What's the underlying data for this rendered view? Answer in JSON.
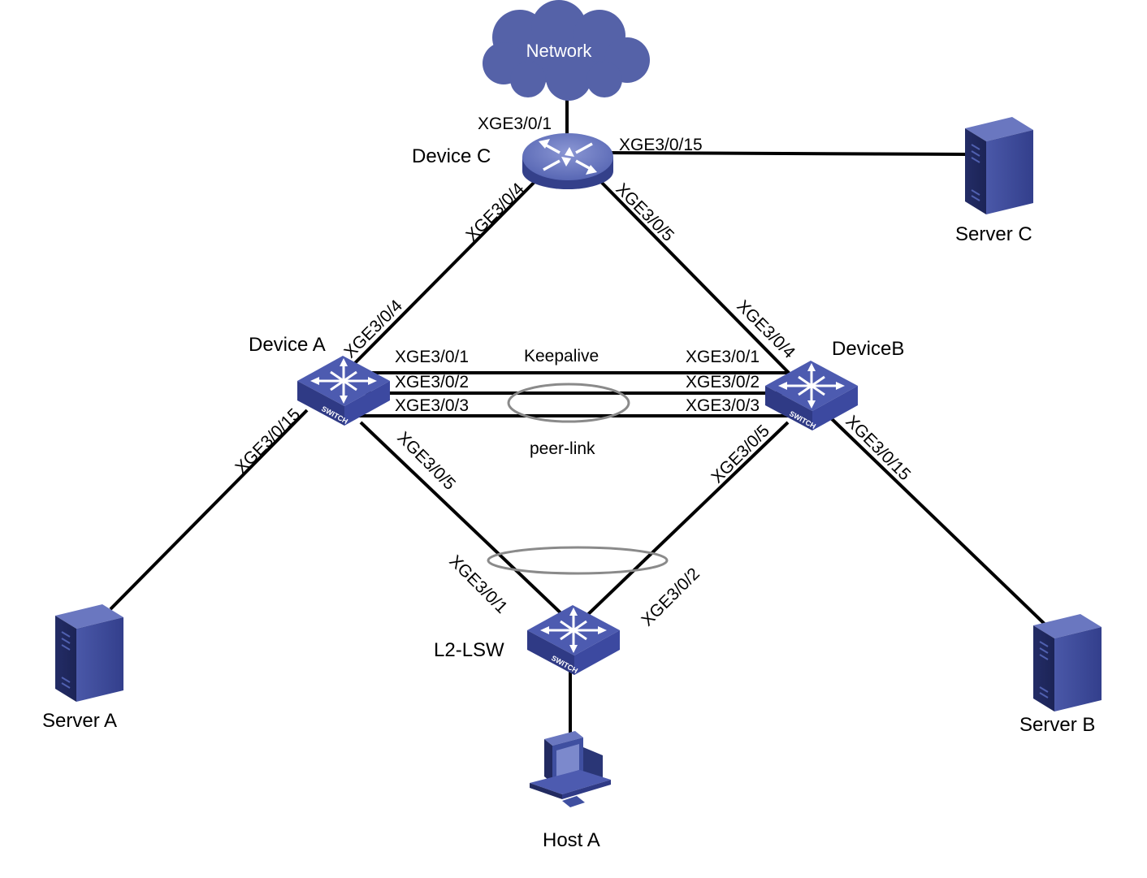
{
  "colors": {
    "device_blue": "#3f4fa0",
    "device_dark": "#2a3676",
    "cloud_blue": "#5562a8",
    "link": "#000000",
    "aggregation_ring": "#8a8a8a"
  },
  "nodes": {
    "network": {
      "label": "Network",
      "icon": "cloud-icon"
    },
    "device_c": {
      "label": "Device C",
      "icon": "router-icon"
    },
    "device_a": {
      "label": "Device A",
      "icon": "switch-icon",
      "badge": "SWITCH"
    },
    "device_b": {
      "label": "DeviceB",
      "icon": "switch-icon",
      "badge": "SWITCH"
    },
    "l2_lsw": {
      "label": "L2-LSW",
      "icon": "switch-icon",
      "badge": "SWITCH"
    },
    "server_a": {
      "label": "Server A",
      "icon": "server-icon"
    },
    "server_b": {
      "label": "Server B",
      "icon": "server-icon"
    },
    "server_c": {
      "label": "Server C",
      "icon": "server-icon"
    },
    "host_a": {
      "label": "Host A",
      "icon": "pc-icon"
    }
  },
  "ports": {
    "c_network": "XGE3/0/1",
    "c_server_c": "XGE3/0/15",
    "c_to_a": "XGE3/0/4",
    "c_to_b": "XGE3/0/5",
    "a_to_c": "XGE3/0/4",
    "b_to_c": "XGE3/0/4",
    "a_keepalive": "XGE3/0/1",
    "a_peer_1": "XGE3/0/2",
    "a_peer_2": "XGE3/0/3",
    "b_keepalive": "XGE3/0/1",
    "b_peer_1": "XGE3/0/2",
    "b_peer_2": "XGE3/0/3",
    "a_server_a": "XGE3/0/15",
    "b_server_b": "XGE3/0/15",
    "a_to_lsw": "XGE3/0/5",
    "b_to_lsw": "XGE3/0/5",
    "lsw_to_a": "XGE3/0/1",
    "lsw_to_b": "XGE3/0/2"
  },
  "link_labels": {
    "keepalive": "Keepalive",
    "peer_link": "peer-link"
  }
}
